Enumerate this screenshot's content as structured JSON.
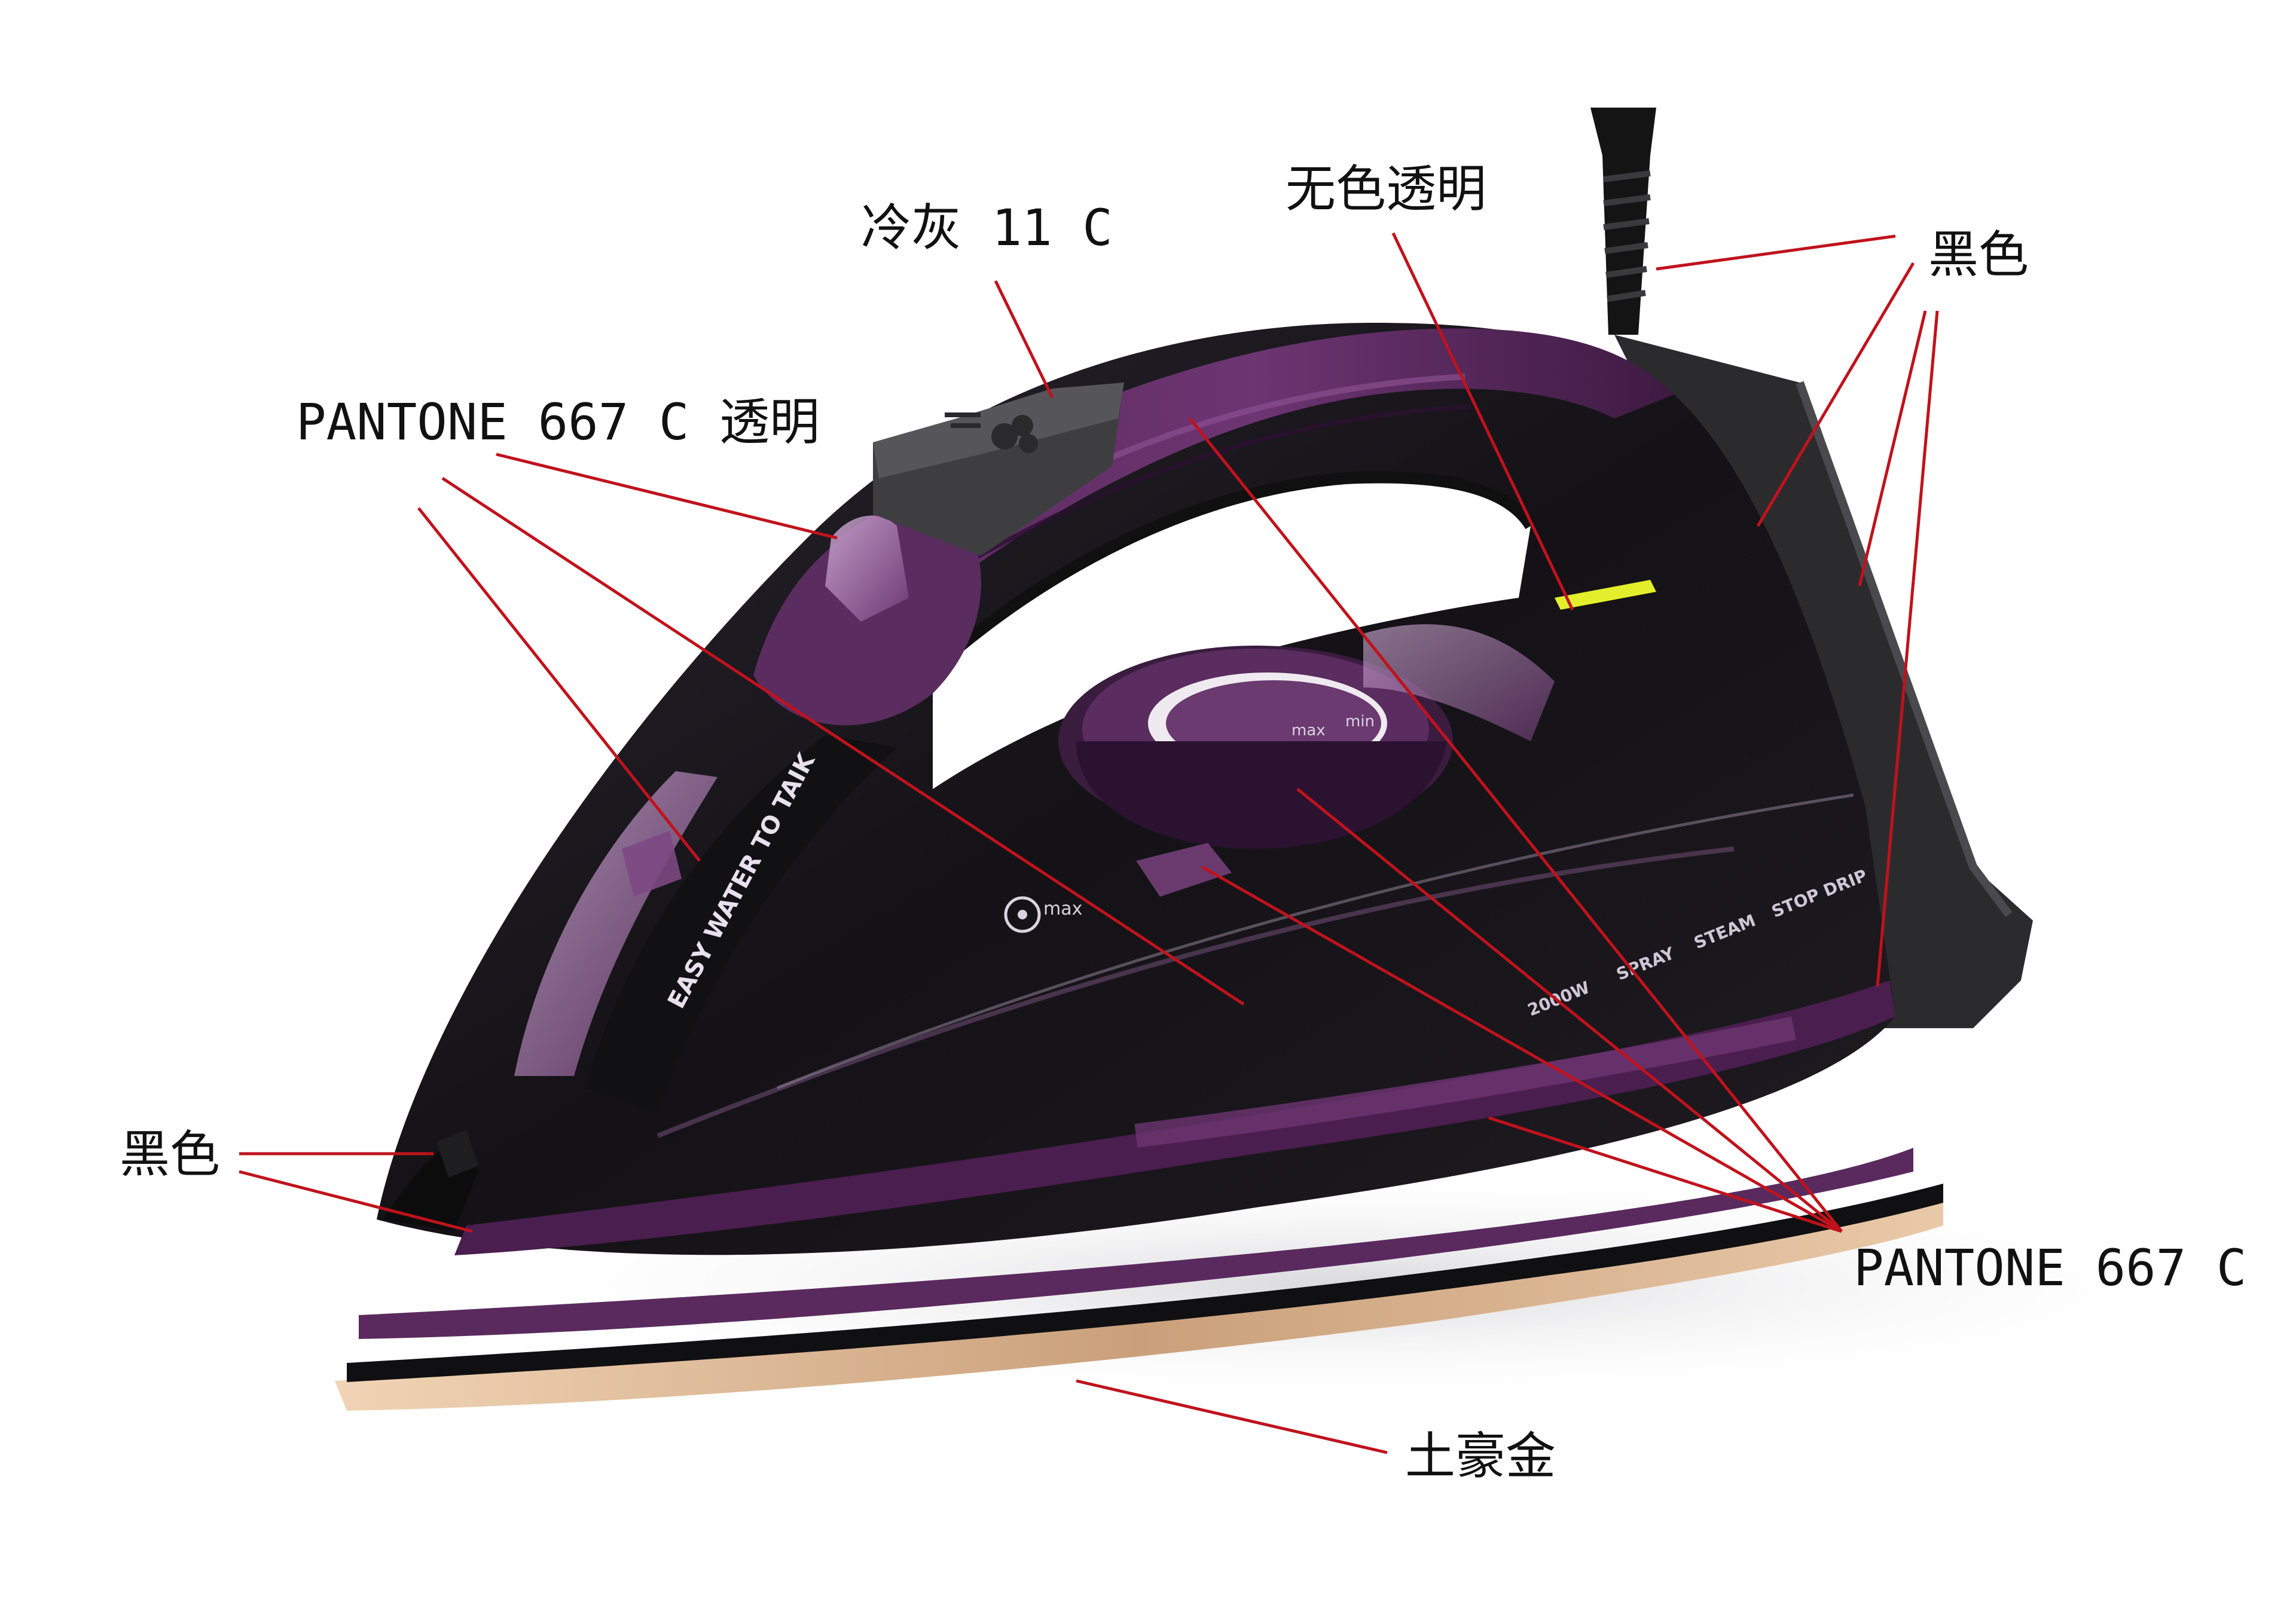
{
  "callouts": {
    "cool_gray": "冷灰 11 C",
    "clear": "无色透明",
    "black_top_right": "黑色",
    "pantone_clear": "PANTONE 667 C 透明",
    "black_left": "黑色",
    "pantone": "PANTONE 667 C",
    "champagne_gold": "土豪金"
  },
  "printed_on_iron": {
    "tank_label": "EASY WATER TO TAIK",
    "power": "2000W",
    "spray": "SPRAY",
    "steam": "STEAM",
    "stop_drip": "STOP DRIP",
    "dial_min": "min",
    "dial_max": "max",
    "steam_max": "max"
  },
  "colors": {
    "body_black": "#1b1a1e",
    "purple": "#4a1e4e",
    "purple_light": "#7a3f7c",
    "clear_purple": "#b88cc0",
    "gray": "#3f3f42",
    "soleplate_gold": "#d9b08c",
    "leader_red": "#c0121c",
    "yellow_accent": "#e3ef2a"
  }
}
